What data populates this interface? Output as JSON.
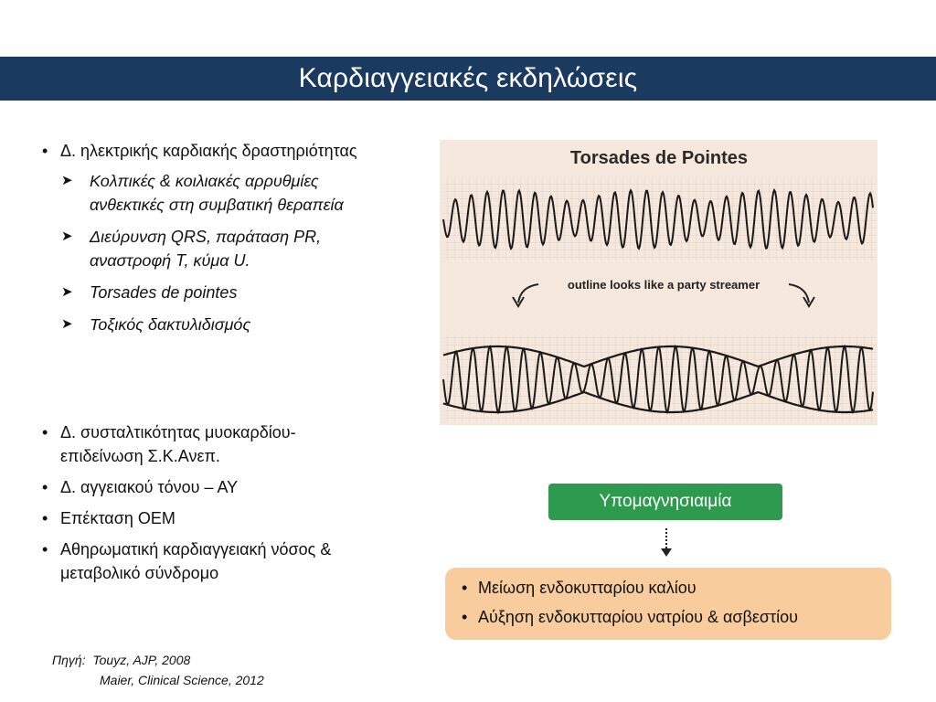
{
  "slide": {
    "title": "Καρδιαγγειακές εκδηλώσεις",
    "bullets_top": [
      {
        "text": "Δ. ηλεκτρικής καρδιακής δραστηριότητας"
      }
    ],
    "sub_bullets": [
      "Κολπικές & κοιλιακές αρρυθμίες ανθεκτικές στη συμβατική θεραπεία",
      "Διεύρυνση QRS, παράταση PR, αναστροφή T, κύμα U.",
      "Torsades de pointes",
      "Τοξικός δακτυλιδισμός"
    ],
    "bullets_bottom": [
      "Δ. συσταλτικότητας μυοκαρδίου- επιδείνωση Σ.Κ.Ανεπ.",
      "Δ. αγγειακού τόνου – ΑΥ",
      "Επέκταση ΟΕΜ",
      "Αθηρωματική καρδιαγγειακή νόσος & μεταβολικό σύνδρομο"
    ],
    "figure": {
      "title": "Torsades de Pointes",
      "caption": "outline looks like a party streamer"
    },
    "hypomagnesemia_label": "Υπομαγνησιαιμία",
    "effects": [
      "Μείωση ενδοκυτταρίου καλίου",
      "Αύξηση ενδοκυτταρίου νατρίου & ασβεστίου"
    ],
    "source": {
      "label": "Πηγή:",
      "line1": "Touyz, AJP, 2008",
      "line2": "Maier, Clinical Science, 2012"
    },
    "colors": {
      "header_bg": "#1b3a5f",
      "green_box": "#2e9a4e",
      "orange_box": "#f8cc9c",
      "ecg_bg": "#f6e8dc"
    },
    "icons": {
      "sub_bullet": "arrow-bullet-icon",
      "connector": "dotted-down-arrow-icon"
    }
  }
}
